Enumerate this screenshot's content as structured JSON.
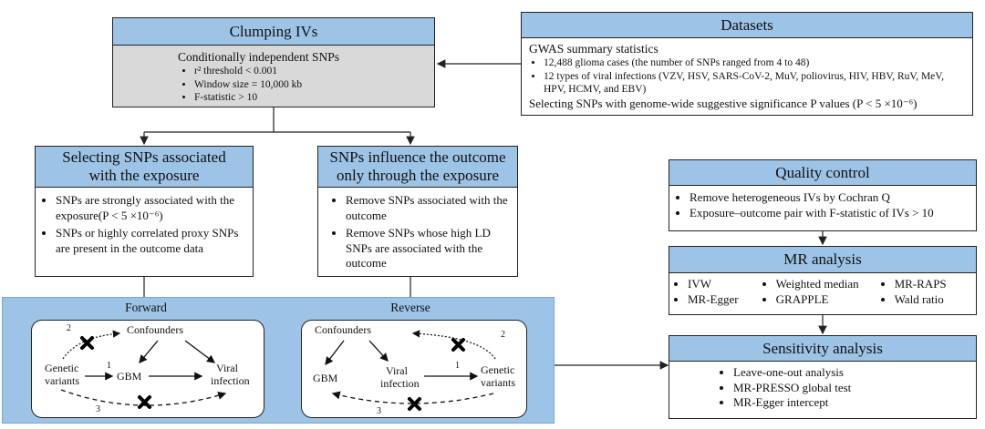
{
  "clumping": {
    "title": "Clumping IVs",
    "subtitle": "Conditionally independent SNPs",
    "items": [
      "r² threshold < 0.001",
      "Window size = 10,000 kb",
      "F-statistic > 10"
    ]
  },
  "datasets": {
    "title": "Datasets",
    "heading": "GWAS summary statistics",
    "items": [
      "12,488 glioma cases (the number of SNPs ranged from 4 to 48)",
      "12 types of viral infections (VZV, HSV, SARS-CoV-2, MuV, poliovirus, HIV, HBV, RuV, MeV, HPV, HCMV, and EBV)"
    ],
    "footer": "Selecting SNPs with genome-wide suggestive significance P values (P < 5 ×10⁻⁶)"
  },
  "exposure": {
    "title": "Selecting SNPs associated with the exposure",
    "items": [
      "SNPs are strongly associated with the exposure(P < 5 ×10⁻⁶)",
      "SNPs or highly correlated proxy SNPs are present in the outcome data"
    ]
  },
  "outcome": {
    "title": "SNPs influence the outcome only through the exposure",
    "items": [
      "Remove SNPs associated with the outcome",
      "Remove SNPs whose high LD SNPs are associated with the outcome"
    ]
  },
  "quality": {
    "title": "Quality control",
    "items": [
      "Remove heterogeneous IVs by Cochran Q",
      "Exposure–outcome pair with F-statistic of IVs > 10"
    ]
  },
  "mr": {
    "title": "MR analysis",
    "col1": [
      "IVW",
      "MR-Egger"
    ],
    "col2": [
      "Weighted median",
      "GRAPPLE"
    ],
    "col3": [
      "MR-RAPS",
      "Wald ratio"
    ]
  },
  "sensitivity": {
    "title": "Sensitivity analysis",
    "items": [
      "Leave-one-out analysis",
      "MR-PRESSO global test",
      "MR-Egger intercept"
    ]
  },
  "forward": {
    "label": "Forward",
    "confounders": "Confounders",
    "genetic": "Genetic",
    "variants": "variants",
    "gbm": "GBM",
    "viral": "Viral",
    "infection": "infection",
    "n1": "1",
    "n2": "2",
    "n3": "3"
  },
  "reverse": {
    "label": "Reverse",
    "confounders": "Confounders",
    "gbm": "GBM",
    "viral": "Viral",
    "infection": "infection",
    "genetic": "Genetic",
    "variants": "variants",
    "n1": "1",
    "n2": "2",
    "n3": "3"
  },
  "colors": {
    "header": "#9dc3e6",
    "panel": "#9dc3e6",
    "clumping_body": "#d9d9d9"
  }
}
